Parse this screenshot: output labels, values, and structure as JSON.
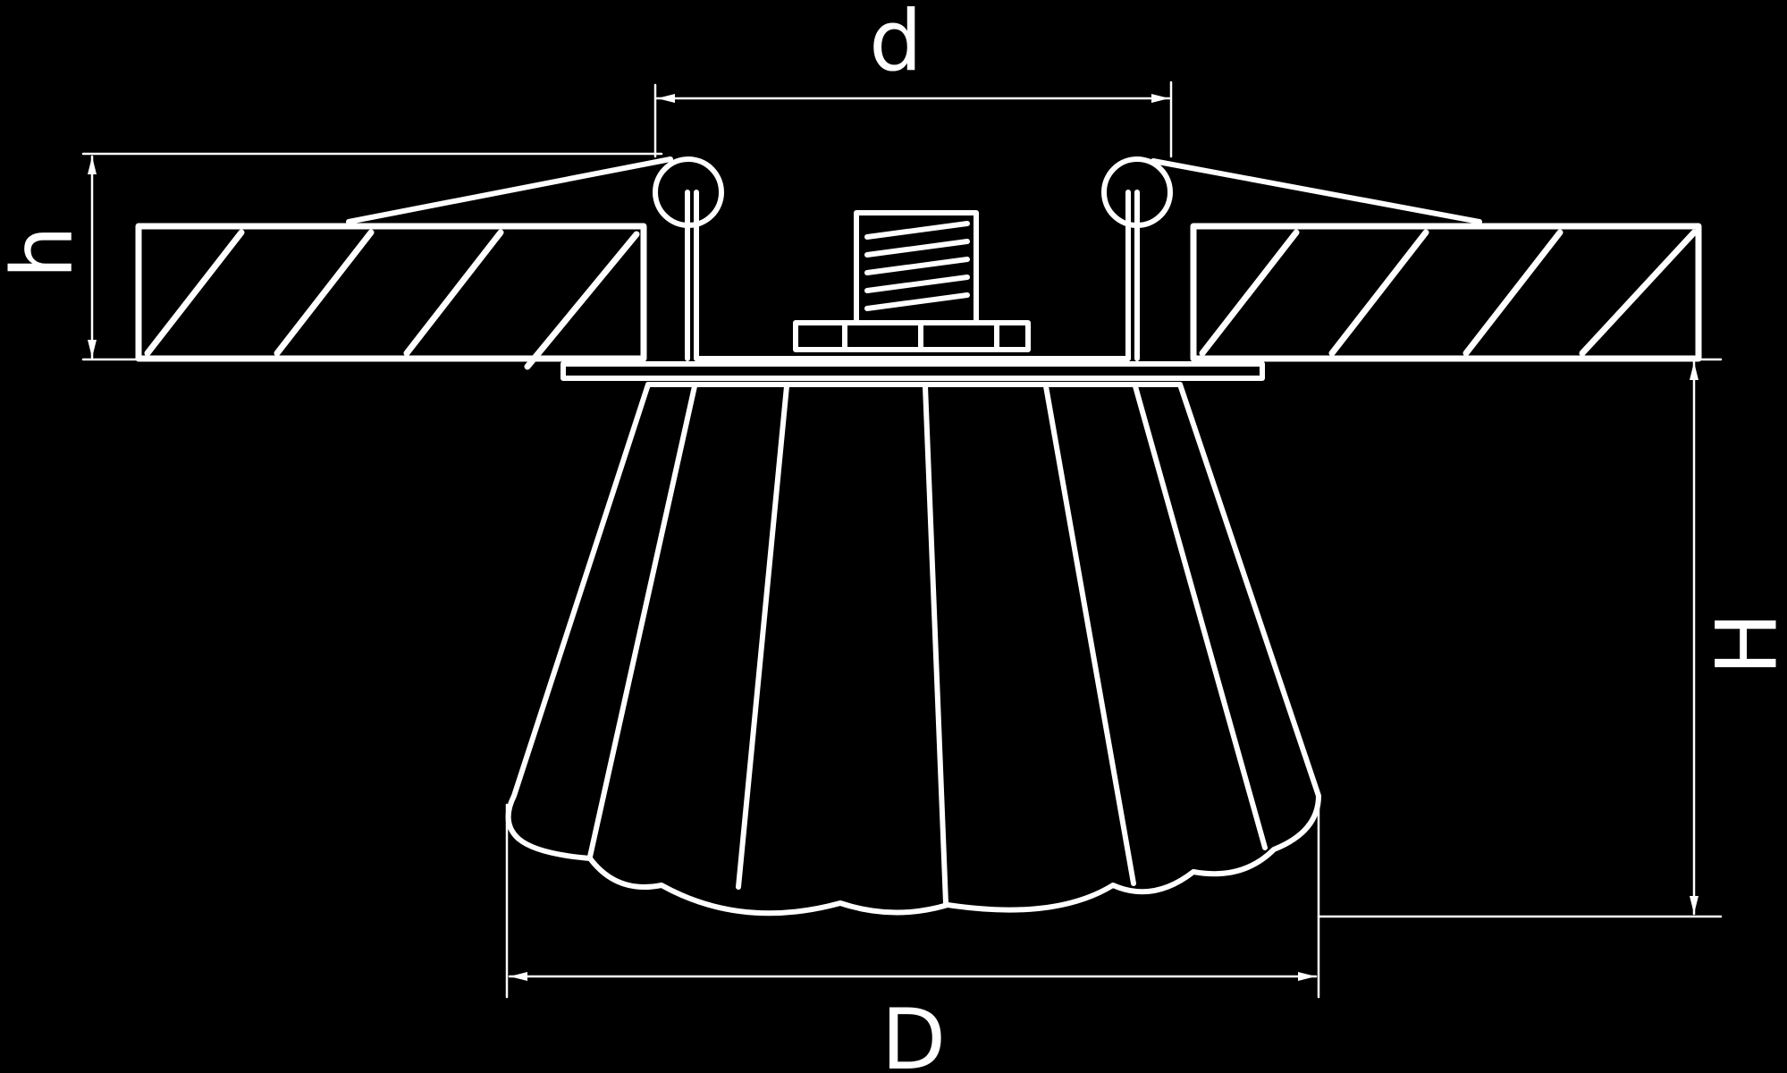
{
  "diagram": {
    "labels": {
      "d": "d",
      "D": "D",
      "h": "h",
      "H": "H"
    }
  },
  "colors": {
    "background": "#000000",
    "line": "#ffffff"
  }
}
